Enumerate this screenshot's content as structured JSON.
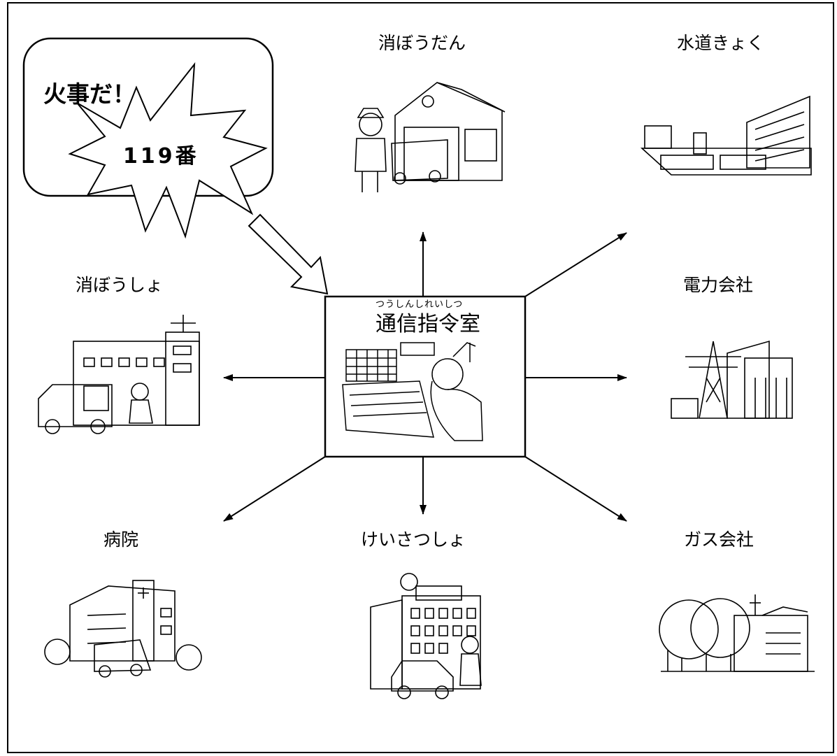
{
  "callout": {
    "exclaim": "火事だ！",
    "number": "119番"
  },
  "center": {
    "ruby": "つうしんしれいしつ",
    "title": "通信指令室"
  },
  "nodes": {
    "fire_brigade": "消ぼうだん",
    "water_bureau": "水道きょく",
    "fire_station": "消ぼうしょ",
    "power_company": "電力会社",
    "hospital": "病院",
    "police_station": "けいさつしょ",
    "gas_company": "ガス会社"
  }
}
